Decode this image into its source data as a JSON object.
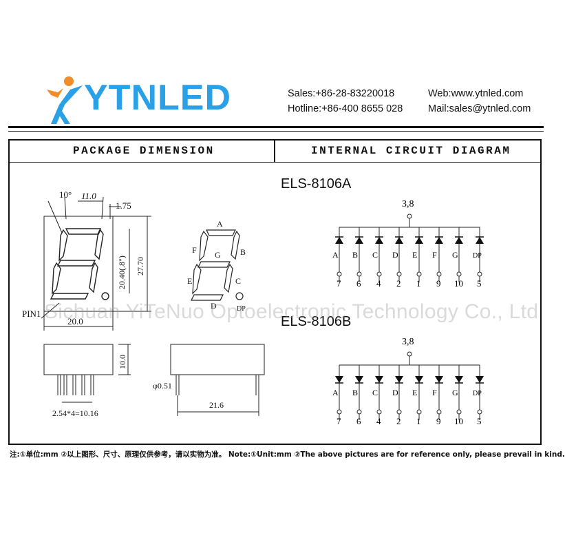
{
  "header": {
    "brand": "YTNLED",
    "sales": "Sales:+86-28-83220018",
    "web": "Web:www.ytnled.com",
    "hotline": "Hotline:+86-400 8655 028",
    "mail": "Mail:sales@ytnled.com"
  },
  "sections": {
    "package_title": "PACKAGE DIMENSION",
    "circuit_title": "INTERNAL CIRCUIT DIAGRAM"
  },
  "package": {
    "angle": "10°",
    "top_width": "11.0",
    "offset": "1.75",
    "digit_height": "20.40(.8\")",
    "body_height": "27.70",
    "pin1": "PIN1",
    "body_width": "20.0",
    "side_height": "10.0",
    "pin_pitch": "2.54*4=10.16",
    "pin_dia": "φ0.51",
    "side_width": "21.6",
    "segments": {
      "a": "A",
      "b": "B",
      "c": "C",
      "d": "D",
      "e": "E",
      "f": "F",
      "g": "G",
      "dp": "DP"
    }
  },
  "circuit_a": {
    "model": "ELS-8106A",
    "common": "3,8",
    "segments": [
      "A",
      "B",
      "C",
      "D",
      "E",
      "F",
      "G",
      "DP"
    ],
    "pins": [
      "7",
      "6",
      "4",
      "2",
      "1",
      "9",
      "10",
      "5"
    ]
  },
  "circuit_b": {
    "model": "ELS-8106B",
    "common": "3,8",
    "segments": [
      "A",
      "B",
      "C",
      "D",
      "E",
      "F",
      "G",
      "DP"
    ],
    "pins": [
      "7",
      "6",
      "4",
      "2",
      "1",
      "9",
      "10",
      "5"
    ]
  },
  "watermark": "Sichuan YiTeNuo Optoelectronic Technology Co., Ltd",
  "note": "注:①单位:mm ②以上图形、尺寸、原理仅供参考，请以实物为准。 Note:①Unit:mm ②The above pictures are for reference only, please prevail in kind.",
  "colors": {
    "brand": "#2aa0e6",
    "logo_orange": "#f28c28"
  }
}
